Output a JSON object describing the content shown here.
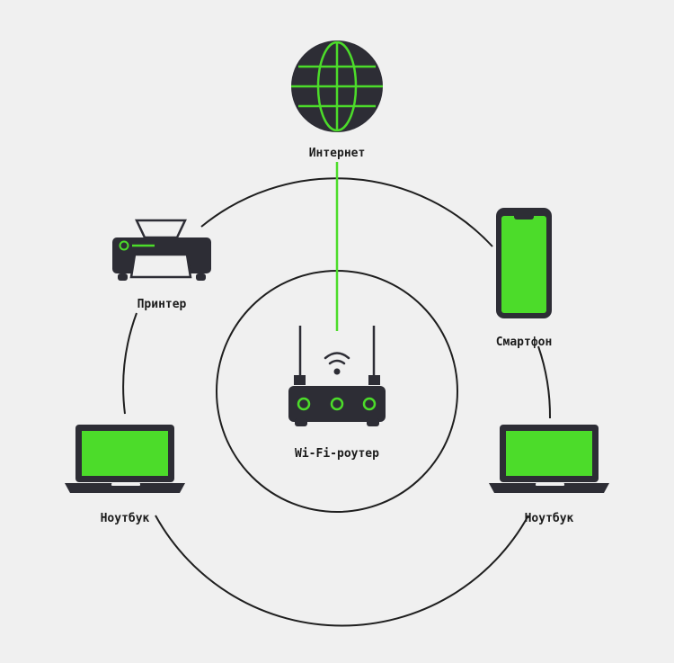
{
  "colors": {
    "background": "#f0f0f0",
    "device": "#2d2d35",
    "accent": "#4cdc2a",
    "line": "#1f1f1f"
  },
  "nodes": {
    "internet": {
      "label": "Интернет",
      "icon": "globe-icon"
    },
    "printer": {
      "label": "Принтер",
      "icon": "printer-icon"
    },
    "smartphone": {
      "label": "Смартфон",
      "icon": "smartphone-icon"
    },
    "router": {
      "label": "Wi-Fi-роутер",
      "icon": "router-icon"
    },
    "laptop_left": {
      "label": "Ноутбук",
      "icon": "laptop-icon"
    },
    "laptop_right": {
      "label": "Ноутбук",
      "icon": "laptop-icon"
    }
  },
  "links": [
    {
      "from": "internet",
      "to": "router"
    }
  ]
}
